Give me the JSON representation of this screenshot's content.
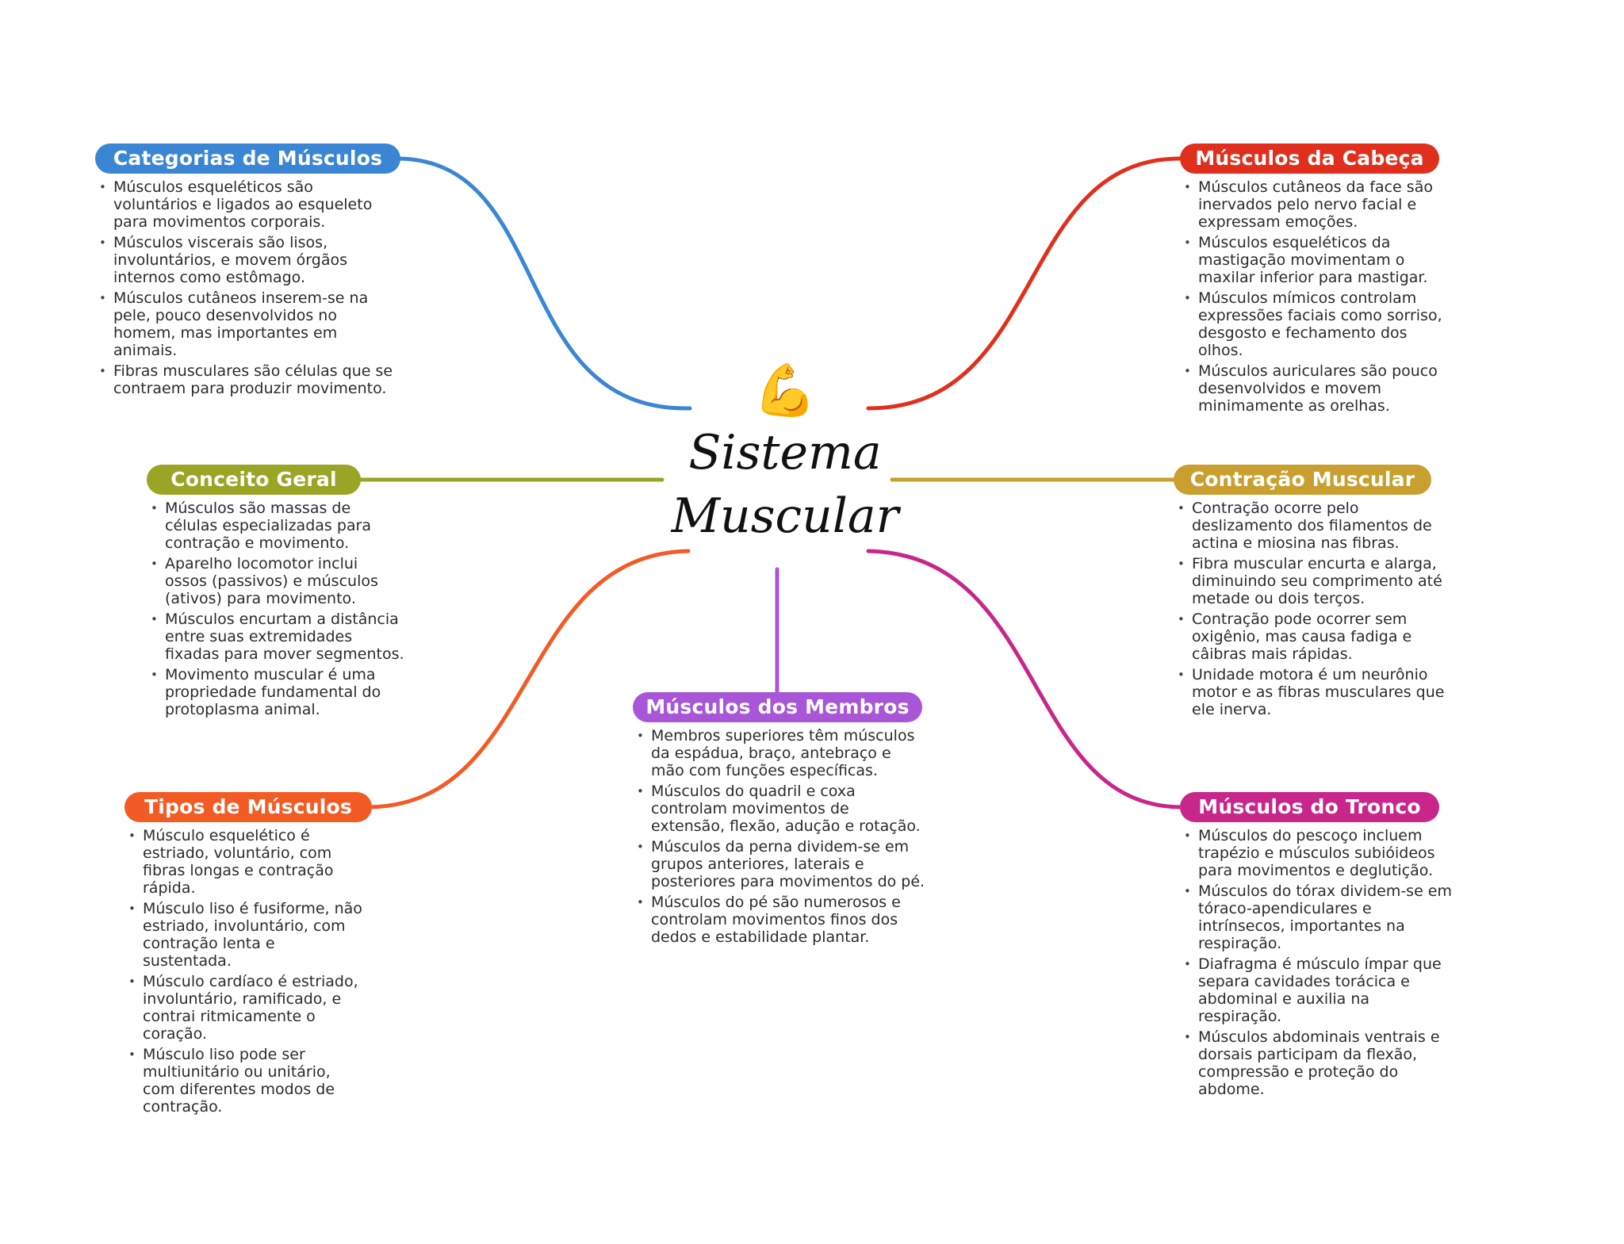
{
  "center": {
    "emoji": "💪",
    "title_line1": "Sistema",
    "title_line2": "Muscular"
  },
  "branches": {
    "categorias": {
      "title": "Categorias de Músculos",
      "color": "#3a86d4",
      "items": [
        "Músculos esqueléticos são voluntários e ligados ao esqueleto para movimentos corporais.",
        "Músculos viscerais são lisos, involuntários, e movem órgãos internos como estômago.",
        "Músculos cutâneos inserem-se na pele, pouco desenvolvidos no homem, mas importantes em animais.",
        "Fibras musculares são células que se contraem para produzir movimento."
      ]
    },
    "conceito": {
      "title": "Conceito Geral",
      "color": "#9aa526",
      "items": [
        "Músculos são massas de células especializadas para contração e movimento.",
        "Aparelho locomotor inclui ossos (passivos) e músculos (ativos) para movimento.",
        "Músculos encurtam a distância entre suas extremidades fixadas para mover segmentos.",
        "Movimento muscular é uma propriedade fundamental do protoplasma animal."
      ]
    },
    "tipos": {
      "title": "Tipos de Músculos",
      "color": "#f25c24",
      "items": [
        "Músculo esquelético é estriado, voluntário, com fibras longas e contração rápida.",
        "Músculo liso é fusiforme, não estriado, involuntário, com contração lenta e sustentada.",
        "Músculo cardíaco é estriado, involuntário, ramificado, e contrai ritmicamente o coração.",
        "Músculo liso pode ser multiunitário ou unitário, com diferentes modos de contração."
      ]
    },
    "membros": {
      "title": "Músculos dos Membros",
      "color": "#a855d8",
      "items": [
        "Membros superiores têm músculos da espádua, braço, antebraço e mão com funções específicas.",
        "Músculos do quadril e coxa controlam movimentos de extensão, flexão, adução e rotação.",
        "Músculos da perna dividem-se em grupos anteriores, laterais e posteriores para movimentos do pé.",
        "Músculos do pé são numerosos e controlam movimentos finos dos dedos e estabilidade plantar."
      ]
    },
    "cabeca": {
      "title": "Músculos da Cabeça",
      "color": "#e02f1c",
      "items": [
        "Músculos cutâneos da face são inervados pelo nervo facial e expressam emoções.",
        "Músculos esqueléticos da mastigação movimentam o maxilar inferior para mastigar.",
        "Músculos mímicos controlam expressões faciais como sorriso, desgosto e fechamento dos olhos.",
        "Músculos auriculares são pouco desenvolvidos e movem minimamente as orelhas."
      ]
    },
    "contracao": {
      "title": "Contração Muscular",
      "color": "#c9a02f",
      "items": [
        "Contração ocorre pelo deslizamento dos filamentos de actina e miosina nas fibras.",
        "Fibra muscular encurta e alarga, diminuindo seu comprimento até metade ou dois terços.",
        "Contração pode ocorrer sem oxigênio, mas causa fadiga e câibras mais rápidas.",
        "Unidade motora é um neurônio motor e as fibras musculares que ele inerva."
      ]
    },
    "tronco": {
      "title": "Músculos do Tronco",
      "color": "#c8268a",
      "items": [
        "Músculos do pescoço incluem trapézio e músculos subióideos para movimentos e deglutição.",
        "Músculos do tórax dividem-se em tóraco-apendiculares e intrínsecos, importantes na respiração.",
        "Diafragma é músculo ímpar que separa cavidades torácica e abdominal e auxilia na respiração.",
        "Músculos abdominais ventrais e dorsais participam da flexão, compressão e proteção do abdome."
      ]
    }
  }
}
